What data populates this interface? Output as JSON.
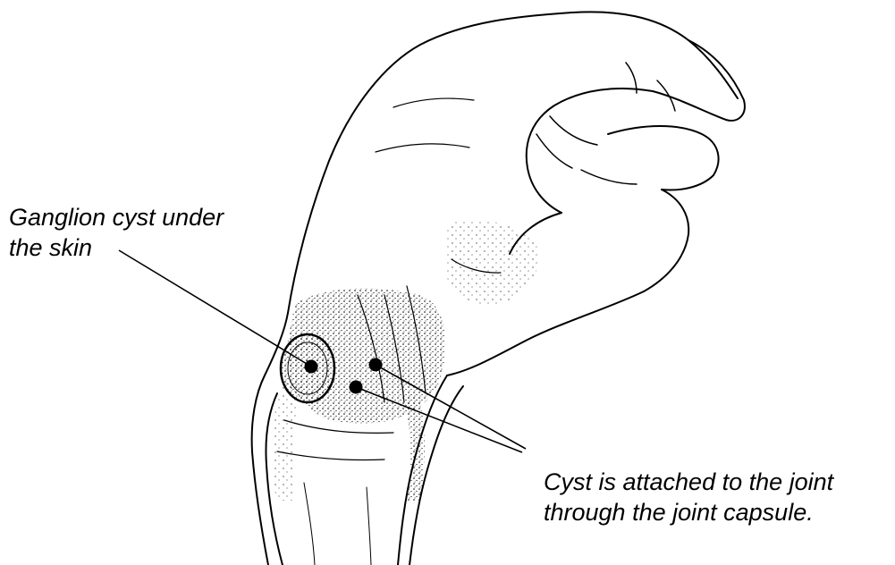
{
  "colors": {
    "ink": "#000000",
    "background": "#ffffff"
  },
  "labels": {
    "ganglion": {
      "line1": "Ganglion cyst under",
      "line2": "the skin"
    },
    "capsule": {
      "line1": "Cyst is attached to the joint",
      "line2": "through the joint capsule."
    }
  }
}
